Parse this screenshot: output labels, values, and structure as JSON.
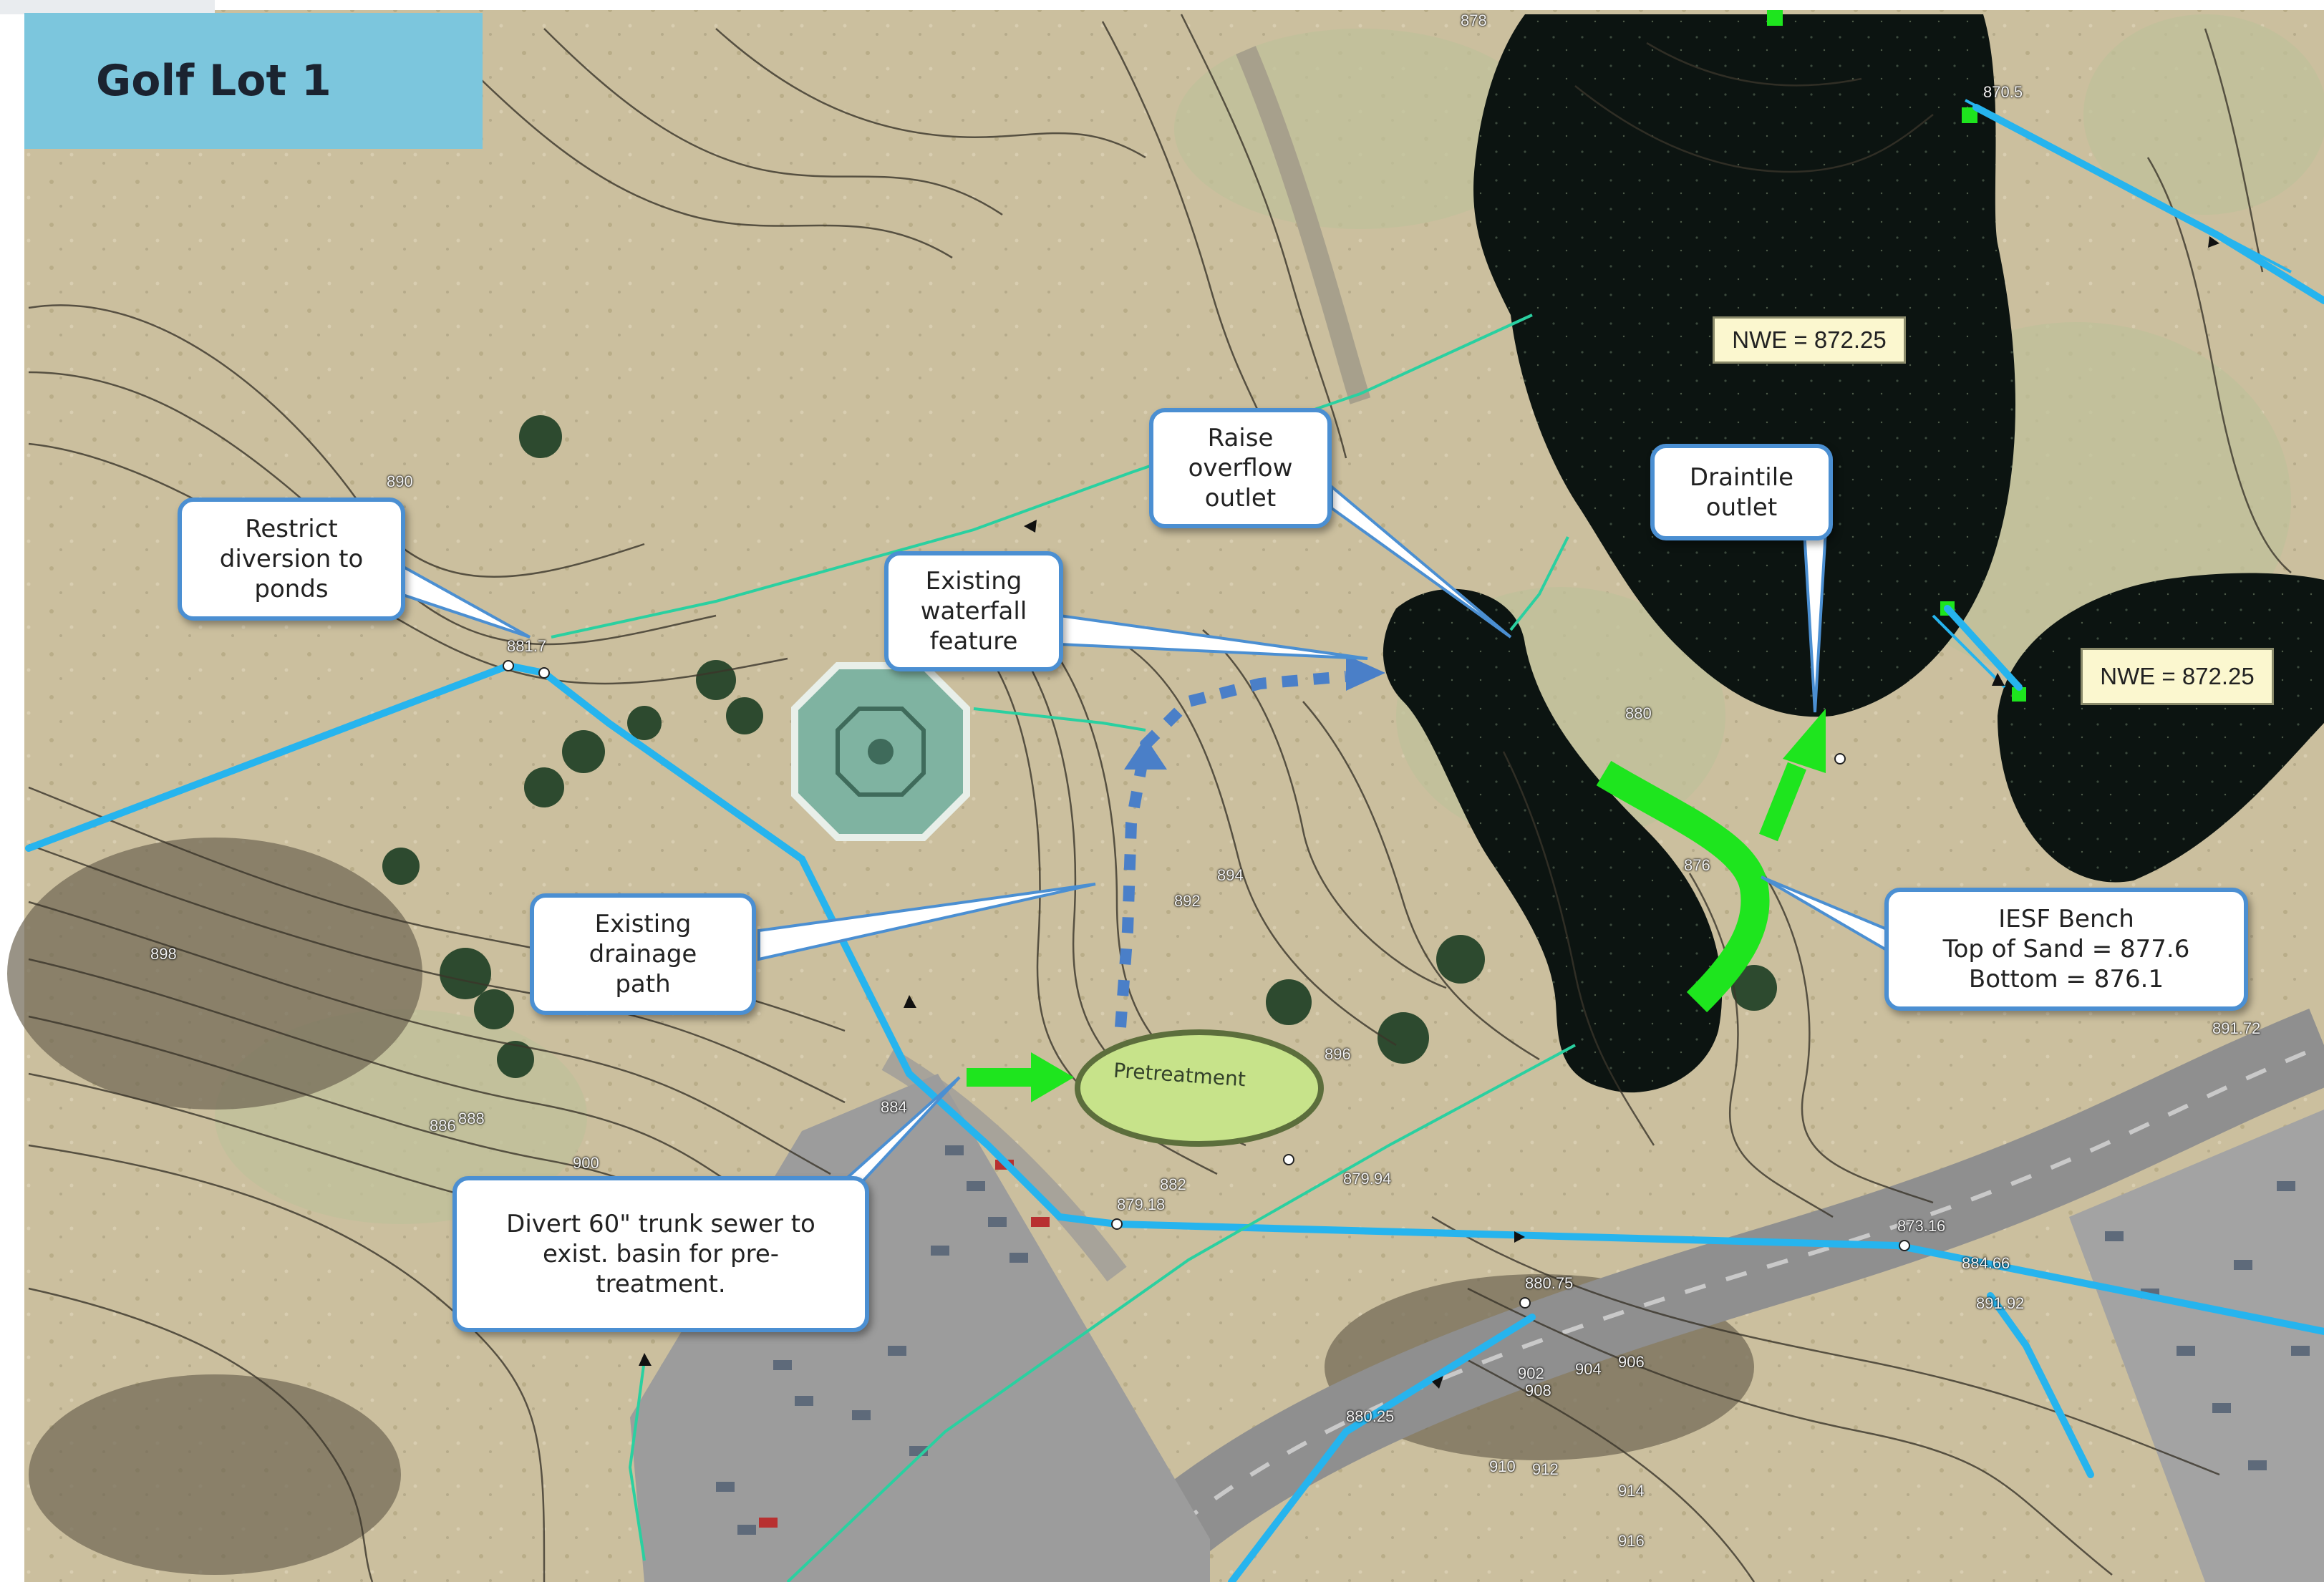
{
  "title": "Golf Lot 1",
  "colors": {
    "title_bg": "#7cc6dd",
    "callout_border": "#4b8fd2",
    "sewer_line": "#26b4ee",
    "drain_line": "#2ad0a0",
    "bench": "#1ee51e",
    "pretreatment_fill": "#c7e38a",
    "pond": "#0d1410",
    "note_bg": "#fbf7cf"
  },
  "callouts": {
    "restrict": "Restrict diversion to ponds",
    "waterfall": "Existing waterfall feature",
    "overflow": "Raise overflow outlet",
    "draintile": "Draintile outlet",
    "drainage": "Existing drainage path",
    "divert": "Divert 60\" trunk sewer to exist. basin for pre-treatment.",
    "iesf": "IESF Bench Top of Sand = 877.6 Bottom = 876.1"
  },
  "callout_lines": {
    "restrict": [
      "Restrict",
      "diversion to",
      "ponds"
    ],
    "waterfall": [
      "Existing",
      "waterfall",
      "feature"
    ],
    "overflow": [
      "Raise",
      "overflow",
      "outlet"
    ],
    "draintile": [
      "Draintile",
      "outlet"
    ],
    "drainage": [
      "Existing",
      "drainage",
      "path"
    ],
    "divert": [
      "Divert 60\" trunk sewer to",
      "exist. basin for pre-",
      "treatment."
    ],
    "iesf": [
      "IESF Bench",
      "Top of Sand = 877.6",
      "Bottom = 876.1"
    ]
  },
  "nwe_labels": [
    "NWE = 872.25",
    "NWE = 872.25"
  ],
  "pretreatment_label": "Pretreatment",
  "elevation_labels": [
    "881.7",
    "879.18",
    "879.94",
    "873.16",
    "880.75",
    "884.66",
    "891.92",
    "891.72",
    "880.25",
    "870.5",
    "876",
    "878",
    "880",
    "882",
    "884",
    "886",
    "888",
    "890",
    "892",
    "894",
    "896",
    "898",
    "900",
    "902",
    "904",
    "906",
    "908",
    "910",
    "912",
    "914",
    "916"
  ],
  "icons": {
    "flow_arrow": "triangle-arrow",
    "node": "manhole-circle",
    "structure": "green-square"
  }
}
